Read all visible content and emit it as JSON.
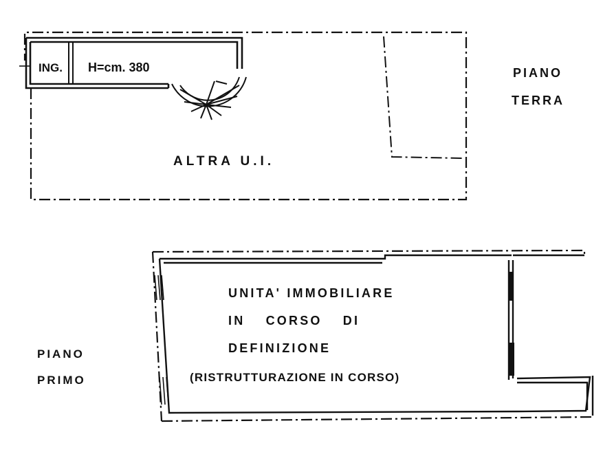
{
  "ground_floor": {
    "label_line1": "PIANO",
    "label_line2": "TERRA",
    "entrance_label": "ING.",
    "height_label": "H=cm. 380",
    "other_unit_label": "ALTRA U.I."
  },
  "first_floor": {
    "label_line1": "PIANO",
    "label_line2": "PRIMO",
    "unit_text_line1": "UNITA' IMMOBILIARE",
    "unit_text_line2": "IN CORSO DI",
    "unit_text_line3": "DEFINIZIONE",
    "unit_text_line4": "(RISTRUTTURAZIONE IN CORSO)"
  },
  "colors": {
    "ink": "#111111",
    "background": "#ffffff"
  }
}
